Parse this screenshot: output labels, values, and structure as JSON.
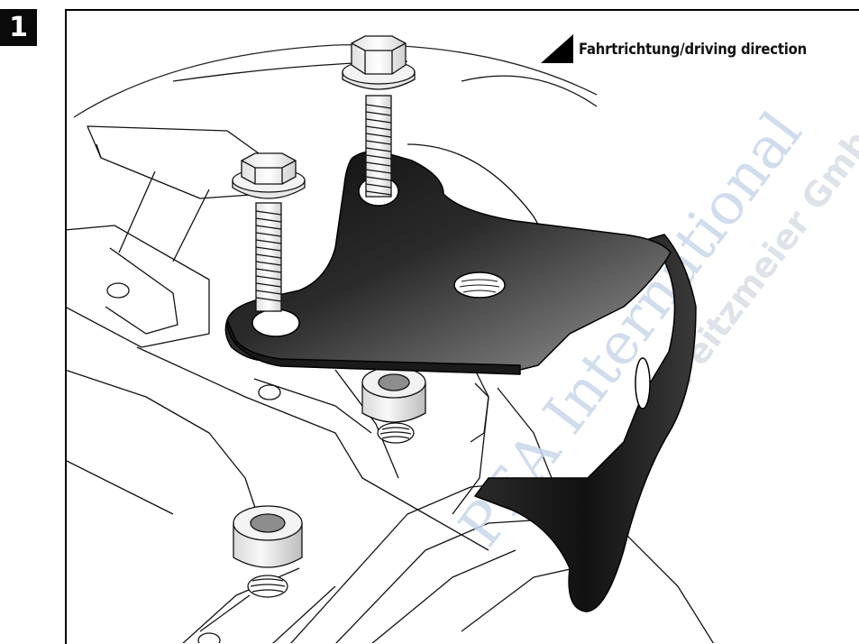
{
  "step": {
    "number": "1"
  },
  "direction": {
    "label": "Fahrtrichtung/driving direction"
  },
  "watermark": {
    "line1": "PEA International",
    "line2": "Peitzmeier Gmb"
  },
  "colors": {
    "frame": "#000000",
    "bracket_dark": "#141414",
    "bracket_light": "#8a8a8a",
    "watermark": "#c9d8ea"
  },
  "icons": {
    "direction_arrow": "triangle-up-icon",
    "bolt": "hex-bolt-icon",
    "spacer": "spacer-sleeve-icon"
  }
}
